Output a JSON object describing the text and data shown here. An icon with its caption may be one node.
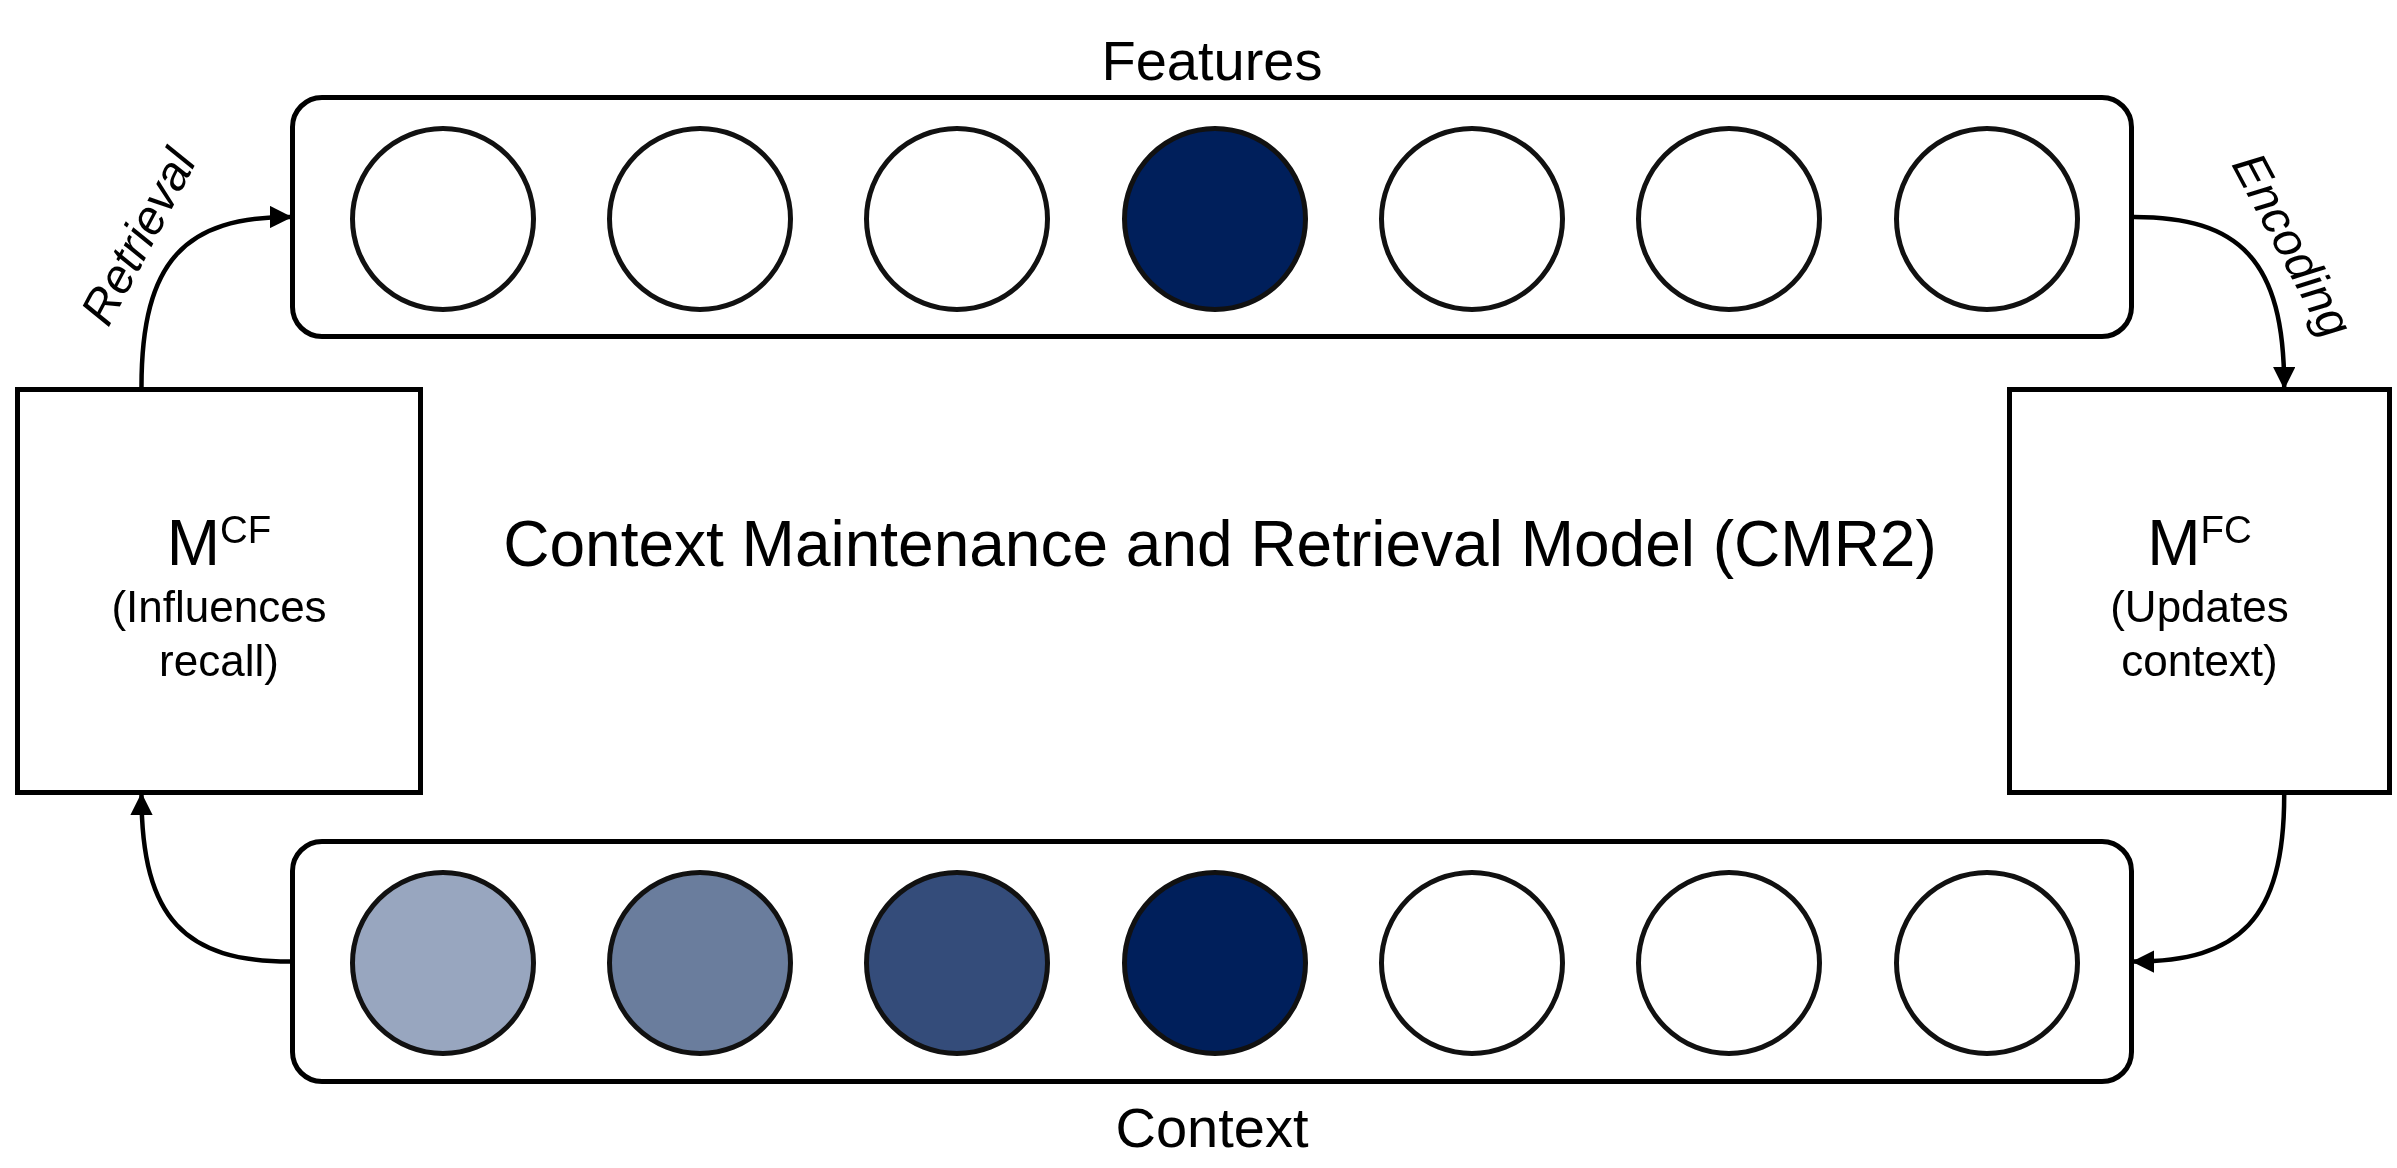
{
  "diagram": {
    "nodes": [
      {
        "text": [
          "Features"
        ]
      },
      {
        "text": [],
        "shape": "circle",
        "in": 0
      },
      {
        "text": [],
        "shape": "circle",
        "in": 0
      },
      {
        "text": [],
        "shape": "circle",
        "in": 0
      },
      {
        "text": [],
        "shape": "circle",
        "in": 0
      },
      {
        "text": [],
        "shape": "circle",
        "in": 0
      },
      {
        "text": [],
        "shape": "circle",
        "in": 0
      },
      {
        "text": [],
        "shape": "circle",
        "in": 0
      },
      {
        "text": [
          "M$^{CF}$",
          "(Influences recall)"
        ]
      },
      {
        "text": [
          "M$^{FC}$",
          "(Updates context)"
        ]
      },
      {
        "text": [
          "Context"
        ]
      },
      {
        "text": [],
        "shape": "circle",
        "in": 10
      },
      {
        "text": [],
        "shape": "circle",
        "in": 10
      },
      {
        "text": [],
        "shape": "circle",
        "in": 10
      },
      {
        "text": [],
        "shape": "circle",
        "in": 10
      },
      {
        "text": [],
        "shape": "circle",
        "in": 10
      },
      {
        "text": [],
        "shape": "circle",
        "in": 10
      },
      {
        "text": [],
        "shape": "circle",
        "in": 10
      }
    ],
    "edges": [
      {
        "from": 8,
        "to": 0,
        "arrow": "to",
        "label": "Retrieval"
      },
      {
        "from": 0,
        "to": 9,
        "arrow": "to",
        "label": "Encoding"
      },
      {
        "from": 9,
        "to": 10,
        "arrow": "to"
      },
      {
        "from": 10,
        "to": 8,
        "arrow": "to"
      }
    ],
    "labels": [
      "Context Maintenance and Retrieval Model (CMR2)"
    ]
  }
}
